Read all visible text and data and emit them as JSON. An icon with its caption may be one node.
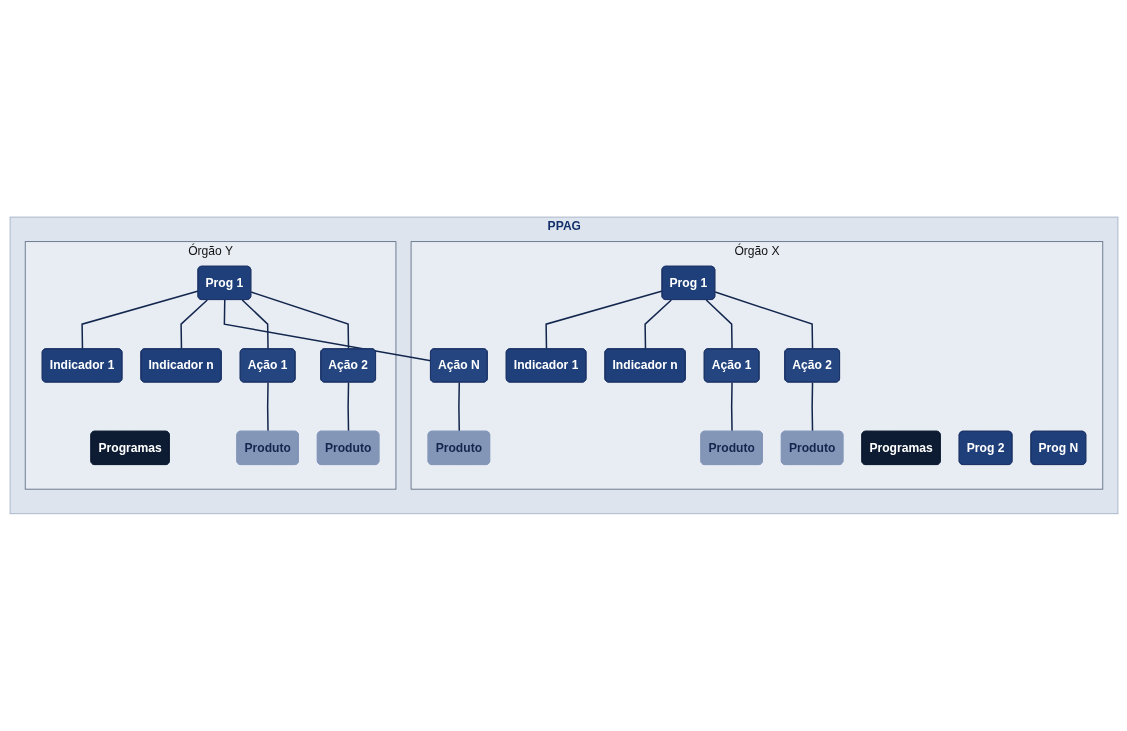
{
  "diagram": {
    "nodes": [
      {
        "text": [
          "PPAG"
        ]
      },
      {
        "text": [
          "Órgão X"
        ],
        "in": 0
      },
      {
        "text": [
          "Programas"
        ],
        "in": 1
      },
      {
        "text": [
          "Prog 1"
        ],
        "in": 1
      },
      {
        "text": [
          "Indicador 1"
        ],
        "in": 1
      },
      {
        "text": [
          "Indicador n"
        ],
        "in": 1
      },
      {
        "text": [
          "Prog 2"
        ],
        "in": 1
      },
      {
        "text": [
          "Prog N"
        ],
        "in": 1
      },
      {
        "text": [
          "Ação 1"
        ],
        "in": 1
      },
      {
        "text": [
          "Ação 2"
        ],
        "in": 1
      },
      {
        "text": [
          "Ação N"
        ],
        "in": 1
      },
      {
        "text": [
          "Produto"
        ],
        "in": 1
      },
      {
        "text": [
          "Produto"
        ],
        "in": 1
      },
      {
        "text": [
          "Produto"
        ],
        "in": 1
      },
      {
        "text": [
          "Órgão Y"
        ],
        "in": 0
      },
      {
        "text": [
          "Programas"
        ],
        "in": 14
      },
      {
        "text": [
          "Prog 1"
        ],
        "in": 14
      },
      {
        "text": [
          "Indicador 1"
        ],
        "in": 14
      },
      {
        "text": [
          "Indicador n"
        ],
        "in": 14
      },
      {
        "text": [
          "Ação 1"
        ],
        "in": 14
      },
      {
        "text": [
          "Ação 2"
        ],
        "in": 14
      },
      {
        "text": [
          "Produto"
        ],
        "in": 14
      },
      {
        "text": [
          "Produto"
        ],
        "in": 14
      }
    ],
    "edges": [
      {
        "from": 3,
        "to": 4,
        "arrow": "none"
      },
      {
        "from": 3,
        "to": 5,
        "arrow": "none"
      },
      {
        "from": 3,
        "to": 8,
        "arrow": "none"
      },
      {
        "from": 3,
        "to": 9,
        "arrow": "none"
      },
      {
        "from": 8,
        "to": 11,
        "arrow": "none"
      },
      {
        "from": 9,
        "to": 12,
        "arrow": "none"
      },
      {
        "from": 10,
        "to": 13,
        "arrow": "none"
      },
      {
        "from": 16,
        "to": 17,
        "arrow": "none"
      },
      {
        "from": 16,
        "to": 18,
        "arrow": "none"
      },
      {
        "from": 16,
        "to": 10,
        "arrow": "none"
      },
      {
        "from": 16,
        "to": 19,
        "arrow": "none"
      },
      {
        "from": 16,
        "to": 20,
        "arrow": "none"
      },
      {
        "from": 19,
        "to": 21,
        "arrow": "none"
      },
      {
        "from": 20,
        "to": 22,
        "arrow": "none"
      }
    ]
  }
}
